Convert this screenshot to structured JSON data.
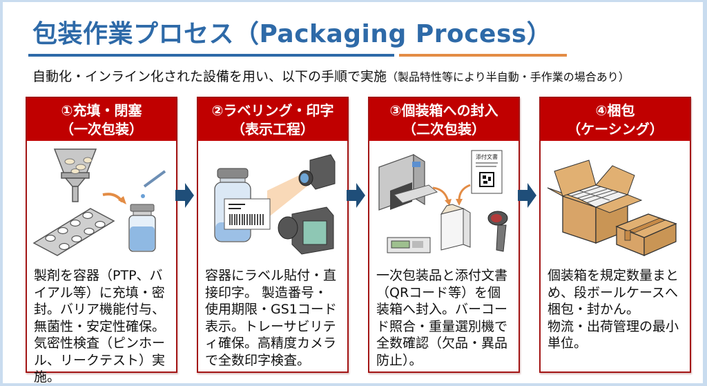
{
  "header": {
    "title": "包装作業プロセス（Packaging Process）",
    "subtitle": "自動化・インライン化された設備を用い、以下の手順で実施",
    "subtitle_note": "（製品特性等により半自動・手作業の場合あり）"
  },
  "colors": {
    "title": "#2e6aa8",
    "accent_orange": "#e38c45",
    "step_header": "#c00000",
    "arrow": "#1f4e79"
  },
  "steps": [
    {
      "heading_line1": "①充填・閉塞",
      "heading_line2": "（一次包装）",
      "illustration": "hopper-blister-vial-icon",
      "description": "製剤を容器（PTP、バイアル等）に充填・密封。バリア機能付与、無菌性・安定性確保。気密性検査（ピンホール、リークテスト）実施。"
    },
    {
      "heading_line1": "②ラベリング・印字",
      "heading_line2": "（表示工程）",
      "illustration": "vial-label-camera-icon",
      "description": "容器にラベル貼付・直接印字。 製造番号・使用期限・GS1コード表示。トレーサビリティ確保。高精度カメラで全数印字検査。"
    },
    {
      "heading_line1": "③個装箱への封入",
      "heading_line2": "（二次包装）",
      "illustration": "cartoner-insert-scanner-icon",
      "insert_label": "添付文書",
      "description": "一次包装品と添付文書（QRコード等）を個装箱へ封入。バーコード照合・重量選別機で全数確認（欠品・異品防止）。"
    },
    {
      "heading_line1": "④梱包",
      "heading_line2": "（ケーシング）",
      "illustration": "cardboard-case-icon",
      "description": "個装箱を規定数量まとめ、段ボールケースへ梱包・封かん。\n物流・出荷管理の最小単位。"
    }
  ],
  "connectors": [
    "arrow-right-icon",
    "arrow-right-icon",
    "arrow-right-icon"
  ]
}
